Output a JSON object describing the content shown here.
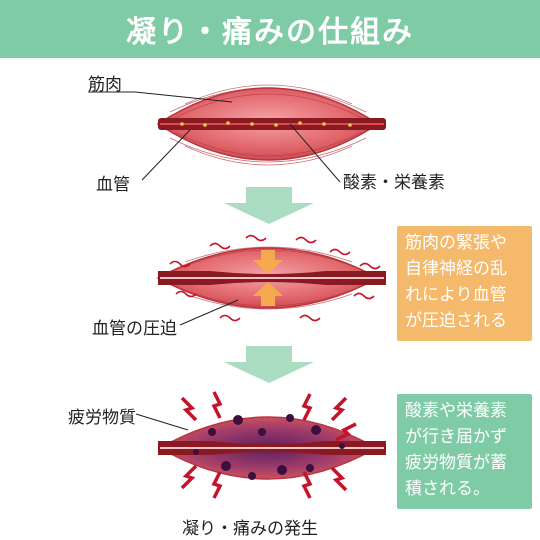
{
  "title": "凝り・痛みの仕組み",
  "stage1": {
    "muscle_label": "筋肉",
    "vessel_label": "血管",
    "nutrient_label": "酸素・栄養素"
  },
  "stage2": {
    "compression_label": "血管の圧迫",
    "note_lines": [
      "筋肉の緊張や",
      "自律神経の乱",
      "れにより血管",
      "が圧迫される"
    ]
  },
  "stage3": {
    "fatigue_label": "疲労物質",
    "note_lines": [
      "酸素や栄養素",
      "が行き届かず",
      "疲労物質が蓄",
      "積される。"
    ],
    "caption": "凝り・痛みの発生"
  },
  "colors": {
    "banner": "#7fcba6",
    "muscle": "#e0575c",
    "vessel": "#8a1a22",
    "arrow": "#a9dcc0",
    "squeeze_arrow": "#f4a94e",
    "note_orange": "#f5b96b",
    "fatigue": "#6b2a6e",
    "pain_mark": "#c4142a"
  }
}
